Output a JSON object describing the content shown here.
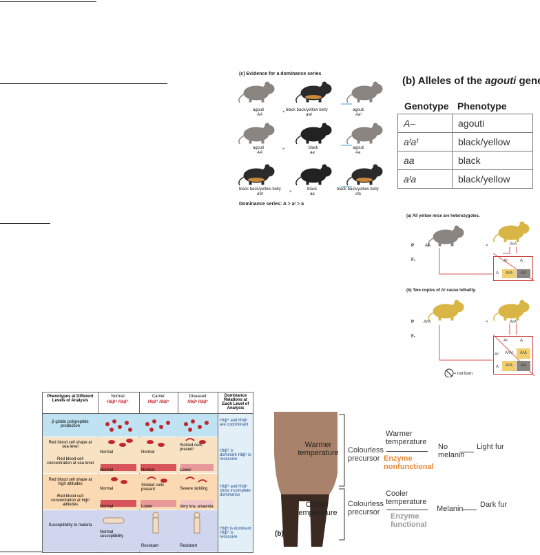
{
  "dominance_series": {
    "heading": "(c) Evidence for a dominance series",
    "rows": [
      {
        "p1": "agouti",
        "g1": "AA",
        "p2": "black back/yellow belly",
        "g2": "aᵗaᵗ",
        "p3": "agouti",
        "g3": "Aaᵗ"
      },
      {
        "p1": "agouti",
        "g1": "AA",
        "p2": "black",
        "g2": "aa",
        "p3": "agouti",
        "g3": "Aa"
      },
      {
        "p1": "black back/yellow belly",
        "g1": "aᵗaᵗ",
        "p2": "black",
        "g2": "aa",
        "p3": "black back/yellow belly",
        "g3": "aᵗa"
      }
    ],
    "cross_symbol": "×",
    "footer": "Dominance series: A > aᵗ > a"
  },
  "agouti_alleles": {
    "title_prefix": "(b)  Alleles of the ",
    "title_italic": "agouti",
    "title_suffix": " gene",
    "headers": [
      "Genotype",
      "Phenotype"
    ],
    "rows": [
      [
        "A–",
        "agouti"
      ],
      [
        "aᵗaᵗ",
        "black/yellow"
      ],
      [
        "aa",
        "black"
      ],
      [
        "aᵗa",
        "black/yellow"
      ]
    ]
  },
  "yellow_mice": {
    "a_heading": "(a)  All yellow mice are heterozygotes.",
    "b_heading": "(b)  Two copies of Aʸ cause lethality.",
    "p_label": "P",
    "f1_label": "F₁",
    "a_p1": "AA",
    "a_p2": "AʸA",
    "b_p1": "AʸA",
    "b_p2": "AʸA",
    "a_grid": {
      "top": [
        "Aʸ",
        "A"
      ],
      "side": [
        "A"
      ],
      "cells": [
        "AʸA",
        "AA"
      ]
    },
    "b_grid": {
      "top": [
        "Aʸ",
        "A"
      ],
      "side": [
        "Aʸ",
        "A"
      ],
      "cells": [
        "AʸAʸ",
        "AʸA",
        "AʸA",
        "AA"
      ]
    },
    "not_born": "= not born",
    "cross_symbol": "×"
  },
  "sickle": {
    "col_headers": [
      "Phenotypes at Different Levels of Analysis",
      "Normal",
      "Carrier",
      "Diseased",
      "Dominance Relations at Each Level of Analysis"
    ],
    "genotypes": [
      "Hbβᴬ Hbβᴬ",
      "Hbβᴬ Hbβˢ",
      "Hbβˢ Hbβˢ"
    ],
    "rows": [
      {
        "label": "β globin polypeptide production",
        "c1": "",
        "c2": "",
        "c3": "",
        "rel": "Hbβᴬ and Hbβˢ are codominant",
        "color": "#bfe3f2"
      },
      {
        "label": "Red blood cell shape at sea level",
        "c1": "Normal",
        "c2": "Normal",
        "c3": "Sickled cells present",
        "rel": "",
        "color": "#f7e3c4"
      },
      {
        "label": "Red blood cell concentration at sea level",
        "c1": "Normal",
        "c2": "Normal",
        "c3": "Lower",
        "rel": "Hbβᴬ is dominant Hbβˢ is recessive",
        "color": "#f7e3c4"
      },
      {
        "label": "Red blood cell shape at high altitudes",
        "c1": "Normal",
        "c2": "Sickled cells present",
        "c3": "Severe sickling",
        "rel": "Hbβᴬ and Hbβˢ show incomplete dominance",
        "color": "#fbd9b2"
      },
      {
        "label": "Red blood cell concentration at high altitudes",
        "c1": "Normal",
        "c2": "Lower",
        "c3": "Very low, anaemia",
        "rel": "",
        "color": "#fbd9b2"
      },
      {
        "label": "Susceptibility to malaria",
        "c1": "Normal susceptibility",
        "c2": "Resistant",
        "c3": "Resistant",
        "rel": "Hbβˢ is dominant Hbβᴬ is recessive",
        "color": "#cfd6ee"
      }
    ]
  },
  "cat_pathway": {
    "warm_label": "Warmer temperature",
    "cool_label": "Cooler temperature",
    "panel_label": "(b)",
    "warm": {
      "precursor": "Colourless precursor",
      "temp": "Warmer temperature",
      "enzyme": "Enzyme nonfunctional",
      "product": "No melanin",
      "result": "Light fur"
    },
    "cool": {
      "precursor": "Colourless precursor",
      "temp": "Cooler temperature",
      "enzyme": "Enzyme functional",
      "product": "Melanin",
      "result": "Dark fur"
    },
    "colors": {
      "nonfunctional": "#e48a3a",
      "functional": "#9a9a9a",
      "fur": "#a8826a"
    }
  }
}
